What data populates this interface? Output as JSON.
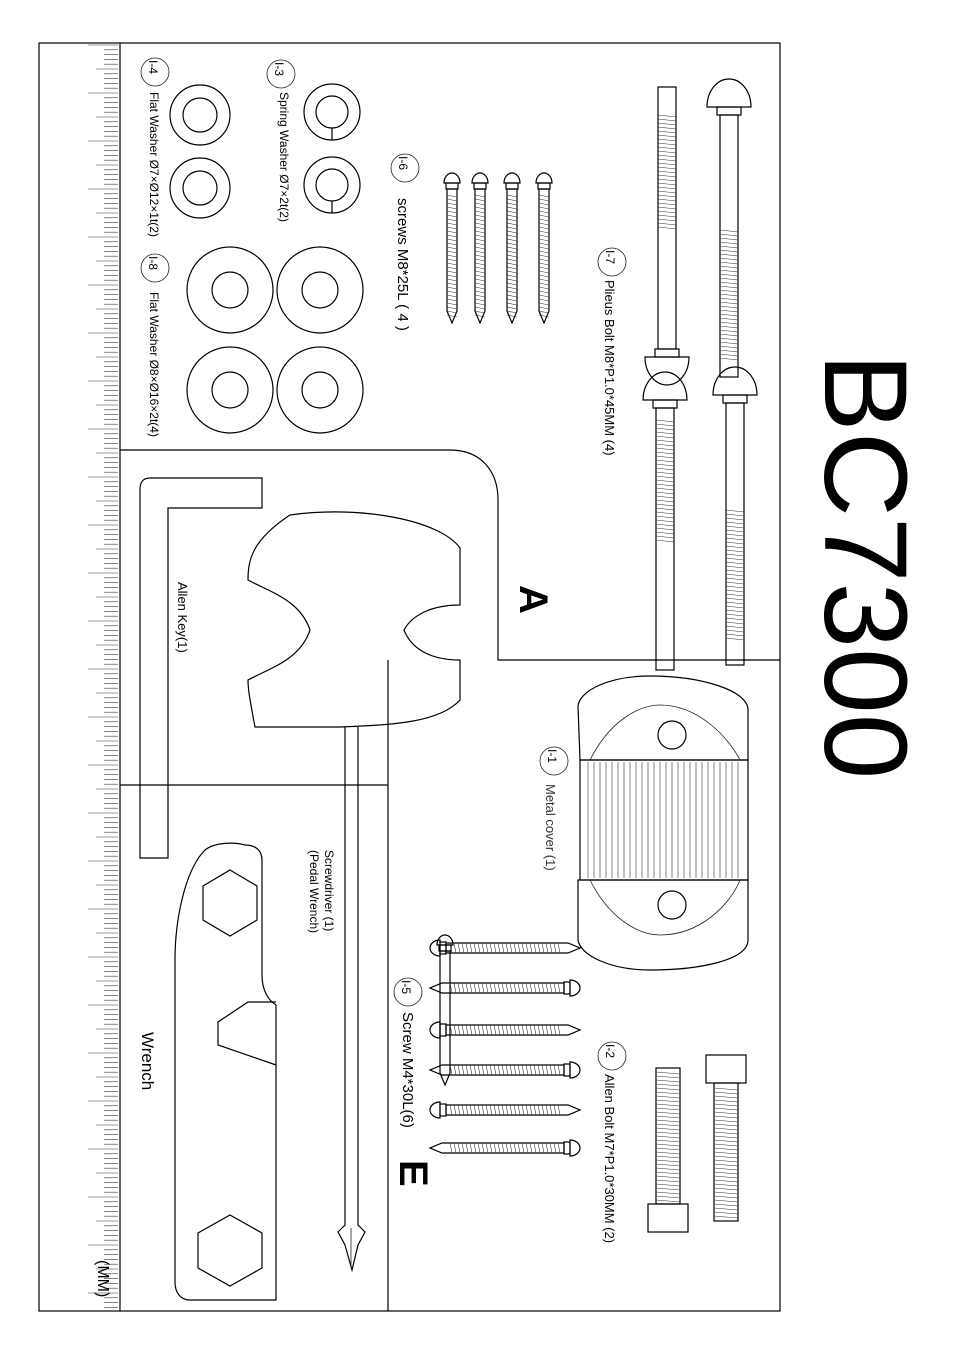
{
  "model": "BC7300",
  "sections": {
    "a": "A",
    "e": "E"
  },
  "ruler_unit": "(MM)",
  "parts": {
    "i1": {
      "code": "I-1",
      "label": "Metal  cover  (1)"
    },
    "i2": {
      "code": "I-2",
      "label": "Allen Bolt M7*P1.0*30MM (2)"
    },
    "i3": {
      "code": "I-3",
      "label": "Spring Washer  Ø7×2t(2)"
    },
    "i4": {
      "code": "I-4",
      "label": "Flat Washer  Ø7×Ø12×1t(2)"
    },
    "i5": {
      "code": "I-5",
      "label": "Screw M4*30L(6)"
    },
    "i6": {
      "code": "I-6",
      "label": "screws  M8*25L  ( 4 )"
    },
    "i7": {
      "code": "I-7",
      "label": "Plieus Bolt  M8*P1.0*45MM (4)"
    },
    "i8": {
      "code": "I-8",
      "label": "Flat  Washer  Ø8×Ø16×2t(4)"
    },
    "allen_key": {
      "label": "Allen Key(1)"
    },
    "screwdriver": {
      "label1": "Screwdriver  (1)",
      "label2": "(Pedal Wrench)"
    },
    "wrench": {
      "label": "Wrench"
    }
  },
  "colors": {
    "ink": "#000000",
    "paper": "#ffffff"
  }
}
